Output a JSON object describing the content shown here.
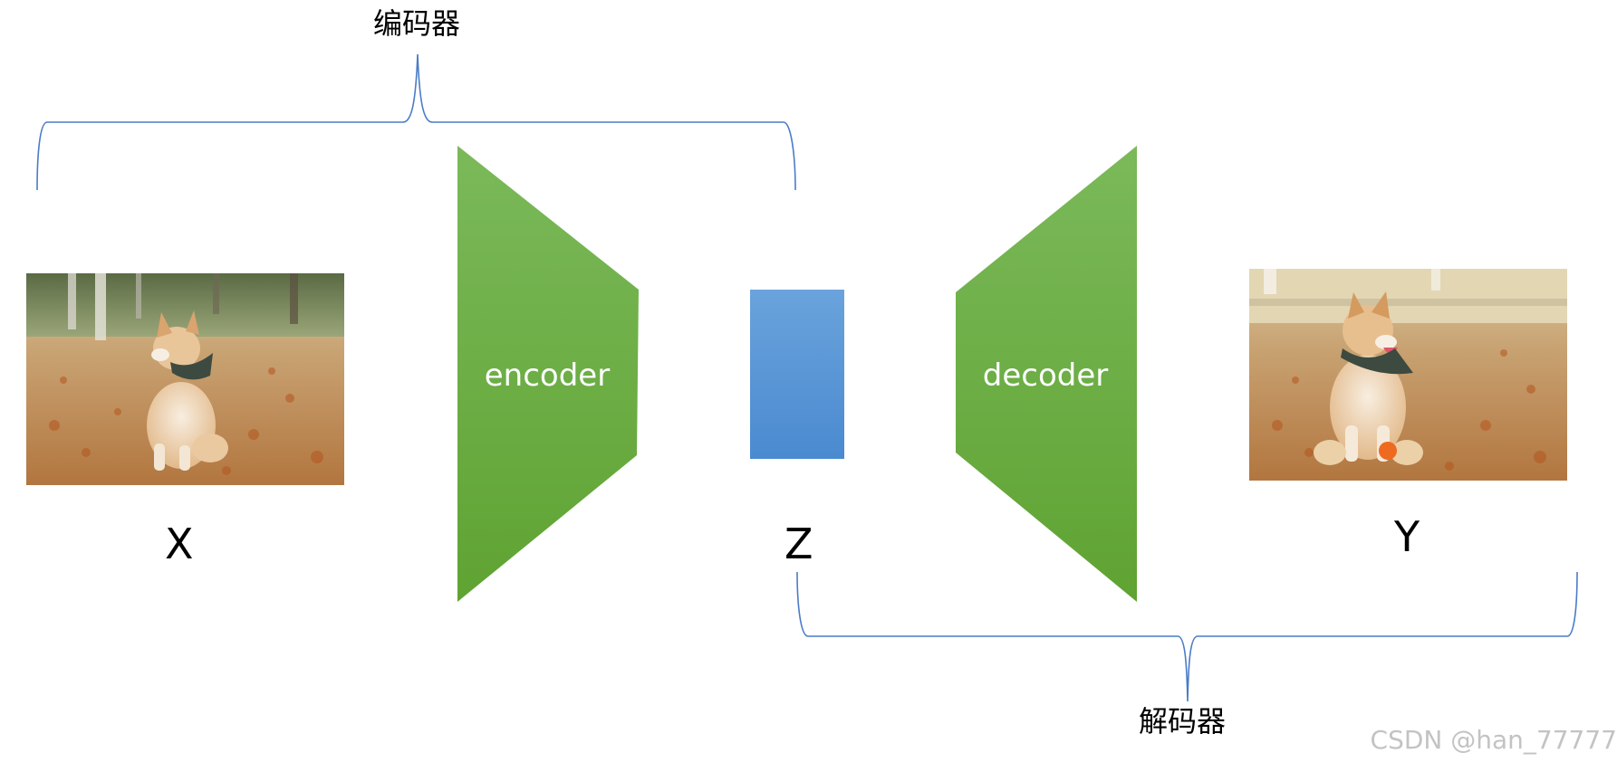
{
  "labels": {
    "encoder_group": "编码器",
    "decoder_group": "解码器",
    "encoder": "encoder",
    "decoder": "decoder",
    "x": "X",
    "z": "Z",
    "y": "Y"
  },
  "images": {
    "input": "shiba-inu-dog-photo-input",
    "output": "shiba-inu-dog-photo-output"
  },
  "watermark": "CSDN @han_77777",
  "colors": {
    "trapezoid_top": "#7bb95a",
    "trapezoid_bottom": "#5fa332",
    "latent_top": "#6aa3dc",
    "latent_bottom": "#4a8ad0",
    "bracket": "#4a7cc7",
    "text_on_shape": "#ffffff"
  }
}
